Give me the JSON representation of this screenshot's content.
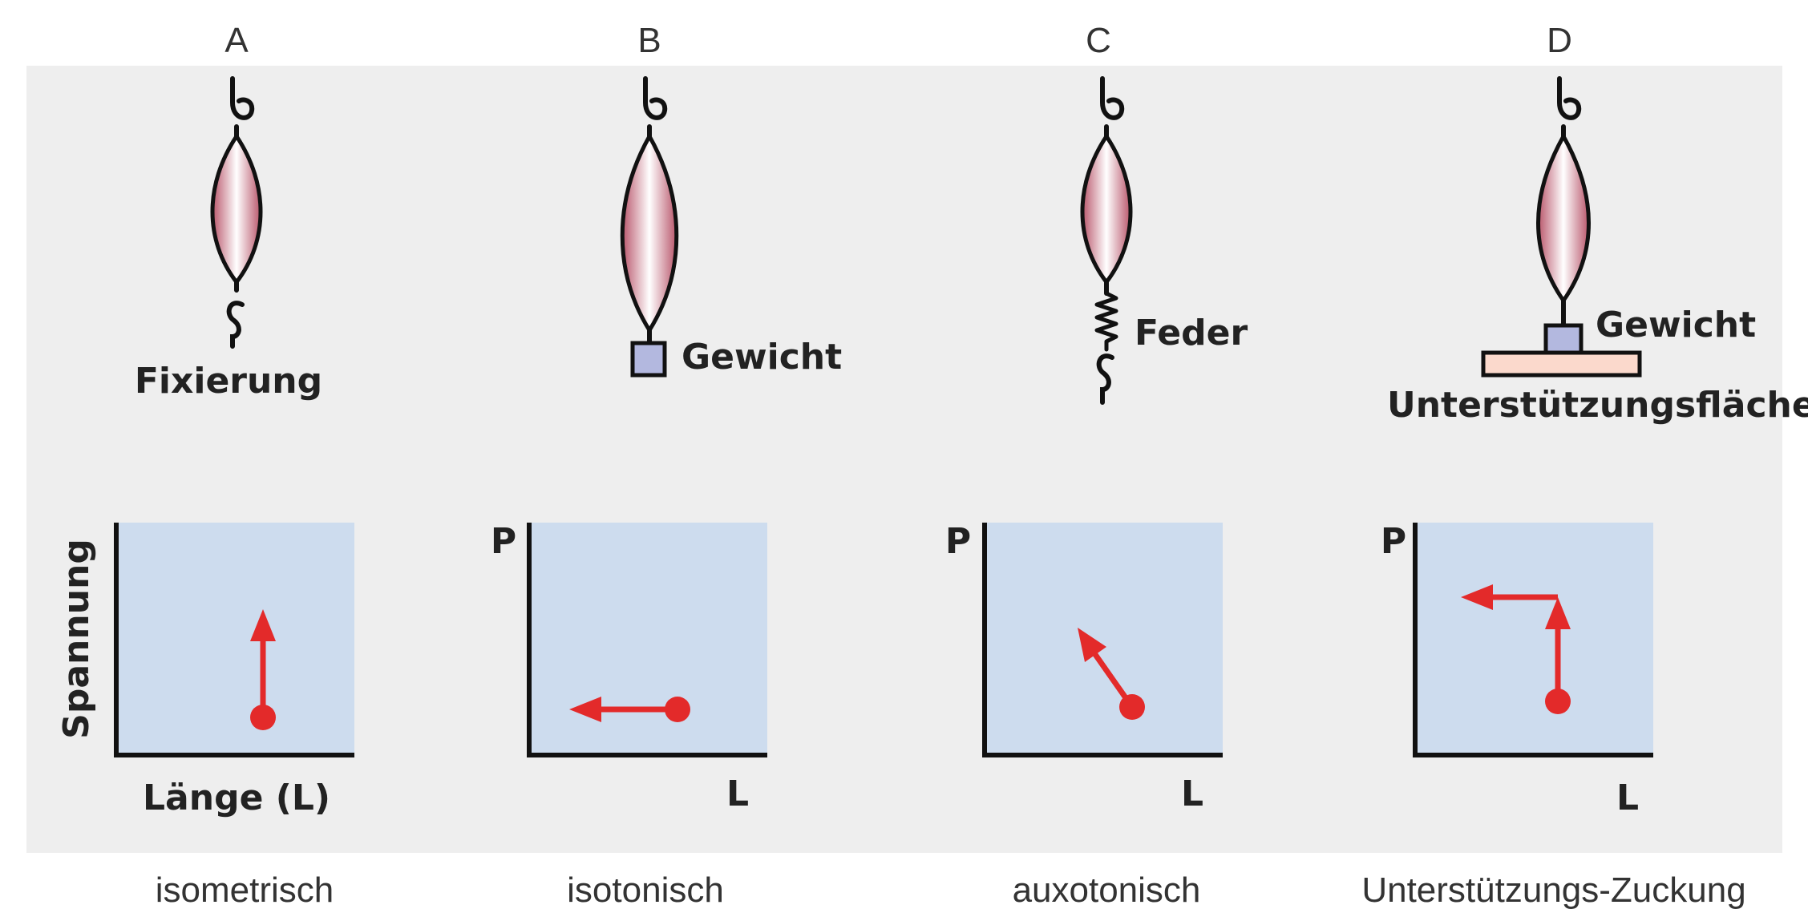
{
  "colors": {
    "panel_bg": "#eeeeee",
    "plot_bg": "#cddcee",
    "muscle_fill": "#c9707f",
    "muscle_highlight": "#ffffff",
    "outline": "#111111",
    "weight_fill": "#b3b8df",
    "support_fill": "#fbd9cc",
    "arrow_red": "#e32a2a"
  },
  "columns": [
    {
      "id": "A",
      "letter": "A",
      "caption": "isometrisch",
      "apparatus": {
        "top": "hook",
        "bottom": "hook",
        "label": "Fixierung"
      },
      "plot": {
        "ylabel": "Spannung",
        "xlabel": "Länge (L)",
        "motion": "tension increases at constant length"
      }
    },
    {
      "id": "B",
      "letter": "B",
      "caption": "isotonisch",
      "apparatus": {
        "top": "hook",
        "bottom": "weight",
        "label": "Gewicht"
      },
      "plot": {
        "ylabel": "P",
        "xlabel": "L",
        "motion": "length decreases at constant tension"
      }
    },
    {
      "id": "C",
      "letter": "C",
      "caption": "auxotonisch",
      "apparatus": {
        "top": "hook",
        "bottom": "spring",
        "label": "Feder"
      },
      "plot": {
        "ylabel": "P",
        "xlabel": "L",
        "motion": "tension increases while length decreases"
      }
    },
    {
      "id": "D",
      "letter": "D",
      "caption": "Unterstützungs-Zuckung",
      "apparatus": {
        "top": "hook",
        "bottom": "weight-on-support",
        "label": "Gewicht",
        "label2": "Unterstützungsfläche"
      },
      "plot": {
        "ylabel": "P",
        "xlabel": "L",
        "motion": "isometric rise, then isotonic shortening"
      }
    }
  ]
}
